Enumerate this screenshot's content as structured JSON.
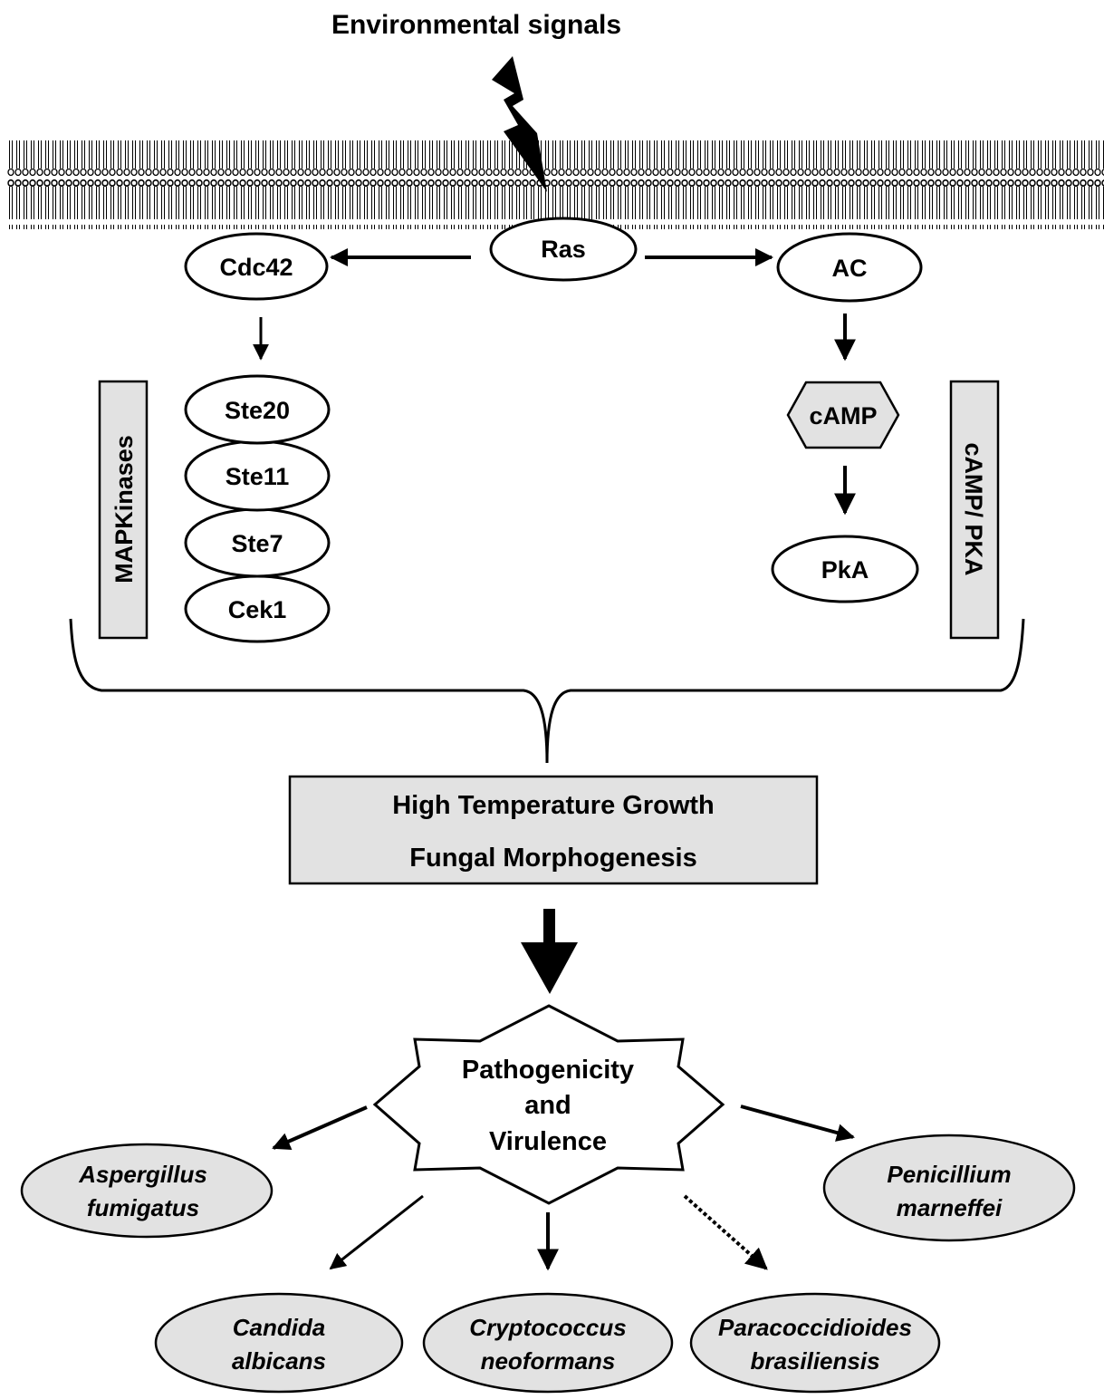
{
  "signal": {
    "label": "Environmental signals"
  },
  "membrane": {
    "label": ""
  },
  "nodes": {
    "ras": "Ras",
    "cdc42": "Cdc42",
    "ac": "AC",
    "ste20": "Ste20",
    "ste11": "Ste11",
    "ste7": "Ste7",
    "cek1": "Cek1",
    "camp": "cAMP",
    "pka": "PkA"
  },
  "pathways": {
    "left": "MAPKinases",
    "right": "cAMP/ PKA"
  },
  "outcome": {
    "line1": "High Temperature Growth",
    "line2": "Fungal Morphogenesis"
  },
  "pathogenicity": {
    "line1": "Pathogenicity",
    "line2": "and",
    "line3": "Virulence"
  },
  "organisms": [
    {
      "line1": "Aspergillus",
      "line2": "fumigatus"
    },
    {
      "line1": "Penicillium",
      "line2": "marneffei"
    },
    {
      "line1": "Candida",
      "line2": "albicans"
    },
    {
      "line1": "Cryptococcus",
      "line2": "neoformans"
    },
    {
      "line1": "Paracoccidioides",
      "line2": "brasiliensis"
    }
  ],
  "colors": {
    "box_fill": "#e2e2e2",
    "stroke": "#000000",
    "background": "#ffffff"
  }
}
